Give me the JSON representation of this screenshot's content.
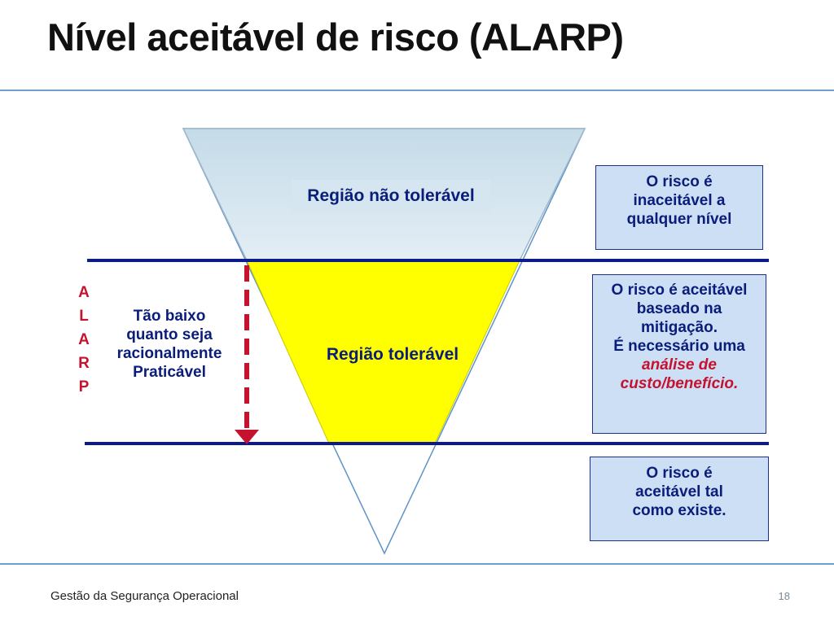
{
  "slide": {
    "title": "Nível aceitável de risco (ALARP)",
    "footer": "Gestão da Segurança Operacional",
    "page_number": "18"
  },
  "regions": {
    "intolerable": "Região não tolerável",
    "tolerable": "Região tolerável"
  },
  "boxes": {
    "intolerable": [
      "O risco é",
      "inaceitável a",
      "qualquer nível"
    ],
    "tolerable": {
      "lines": [
        "O risco é aceitável",
        "baseado na",
        "mitigação.",
        "É necessário uma"
      ],
      "emphasis": [
        "análise de",
        "custo/benefício."
      ]
    },
    "acceptable": [
      "O risco é",
      "aceitável tal",
      "como existe."
    ]
  },
  "alarp": {
    "letters": [
      "A",
      "L",
      "A",
      "R",
      "P"
    ],
    "text": [
      "Tão baixo",
      "quanto seja",
      "racionalmente",
      "Praticável"
    ]
  },
  "colors": {
    "intolerable_fill": "#d6e6f0",
    "tolerable_fill": "#ffff00",
    "boundary_line": "#0b1a8c",
    "arrow": "#c4122f",
    "box_fill": "#cddff4"
  }
}
